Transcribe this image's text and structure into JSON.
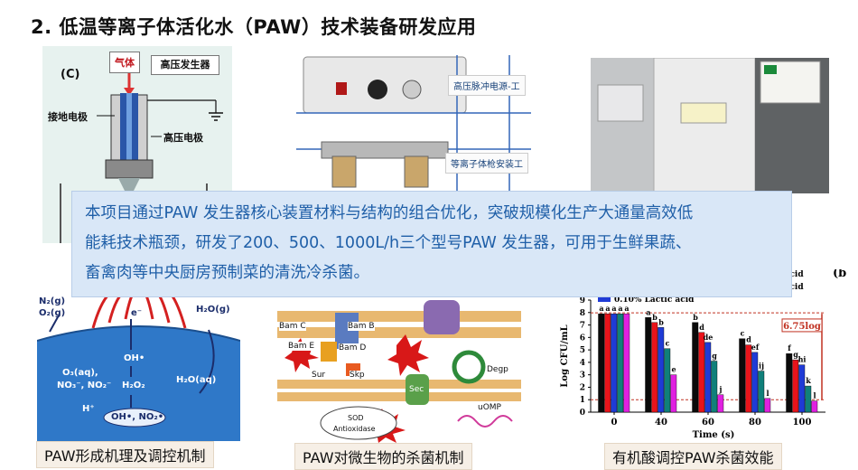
{
  "title": "2. 低温等离子体活化水（PAW）技术装备研发应用",
  "callout": {
    "line1": "本项目通过PAW 发生器核心装置材料与结构的组合优化，突破规模化生产大通量高效低",
    "line2": "能耗技术瓶颈，研发了200、500、1000L/h三个型号PAW 发生器，可用于生鲜果蔬、",
    "line3": "畜禽肉等中央厨房预制菜的清洗冷杀菌。"
  },
  "diagram_c": {
    "panel_label": "(C)",
    "gas": "气体",
    "hv_gen": "高压发生器",
    "ground_electrode": "接地电极",
    "hv_electrode": "高压电极"
  },
  "device_photo": {
    "label1": "高压脉冲电源-工",
    "label2": "等离子体枪安装工"
  },
  "mechanism": {
    "n2": "N₂(g)",
    "o2": "O₂(g)",
    "electron": "e⁻",
    "h2o_g": "H₂O(g)",
    "oh_rad": "OH•",
    "o3aq": "O₃(aq),",
    "no3": "NO₃⁻, NO₂⁻",
    "h2o2": "H₂O₂",
    "h2oaq": "H₂O(aq)",
    "hplus": "H⁺",
    "product": "OH•, NO₂•"
  },
  "microbe": {
    "bam_c": "Bam C",
    "bam_b": "Bam B",
    "bam_e": "Bam E",
    "bam_d": "Bam D",
    "sur": "Sur",
    "skp": "Skp",
    "sec": "Sec",
    "degp": "Degp",
    "uomp": "uOMP",
    "sod": "SOD",
    "antioxidase": "Antioxidase"
  },
  "captions": {
    "c1": "PAW形成机理及调控机制",
    "c2": "PAW对微生物的杀菌机制",
    "c3": "有机酸调控PAW杀菌效能"
  },
  "chart_data": {
    "type": "bar",
    "panel_label": "(b",
    "ylabel": "Log CFU/mL",
    "xlabel": "Time (s)",
    "ylim": [
      0,
      9
    ],
    "yticks": [
      0,
      1,
      2,
      3,
      4,
      5,
      6,
      7,
      8,
      9
    ],
    "categories": [
      "0",
      "40",
      "60",
      "80",
      "100"
    ],
    "legend_visible": [
      "0.10% Lactic acid"
    ],
    "legend_partial": [
      "c acid",
      "c acid"
    ],
    "series_colors": [
      "#0a0a0a",
      "#e8141b",
      "#1f3bd6",
      "#10807a",
      "#e020e0"
    ],
    "series": [
      {
        "values": [
          7.9,
          7.6,
          7.2,
          5.9,
          4.7
        ]
      },
      {
        "values": [
          7.9,
          7.2,
          6.4,
          5.4,
          4.2
        ]
      },
      {
        "values": [
          7.9,
          6.8,
          5.6,
          4.8,
          3.8
        ]
      },
      {
        "values": [
          7.9,
          5.1,
          4.1,
          3.3,
          2.1
        ]
      },
      {
        "values": [
          7.9,
          3.0,
          1.4,
          1.1,
          0.9
        ]
      }
    ],
    "letters": [
      [
        "a",
        "a",
        "a",
        "a",
        "a"
      ],
      [
        "a",
        "b",
        "b",
        "c",
        "e"
      ],
      [
        "b",
        "d",
        "de",
        "g",
        "j"
      ],
      [
        "c",
        "d",
        "ef",
        "ij",
        "l"
      ],
      [
        "f",
        "g",
        "hi",
        "k",
        "l"
      ]
    ],
    "reduction_label": "6.75log",
    "reference_line": 1.0
  }
}
